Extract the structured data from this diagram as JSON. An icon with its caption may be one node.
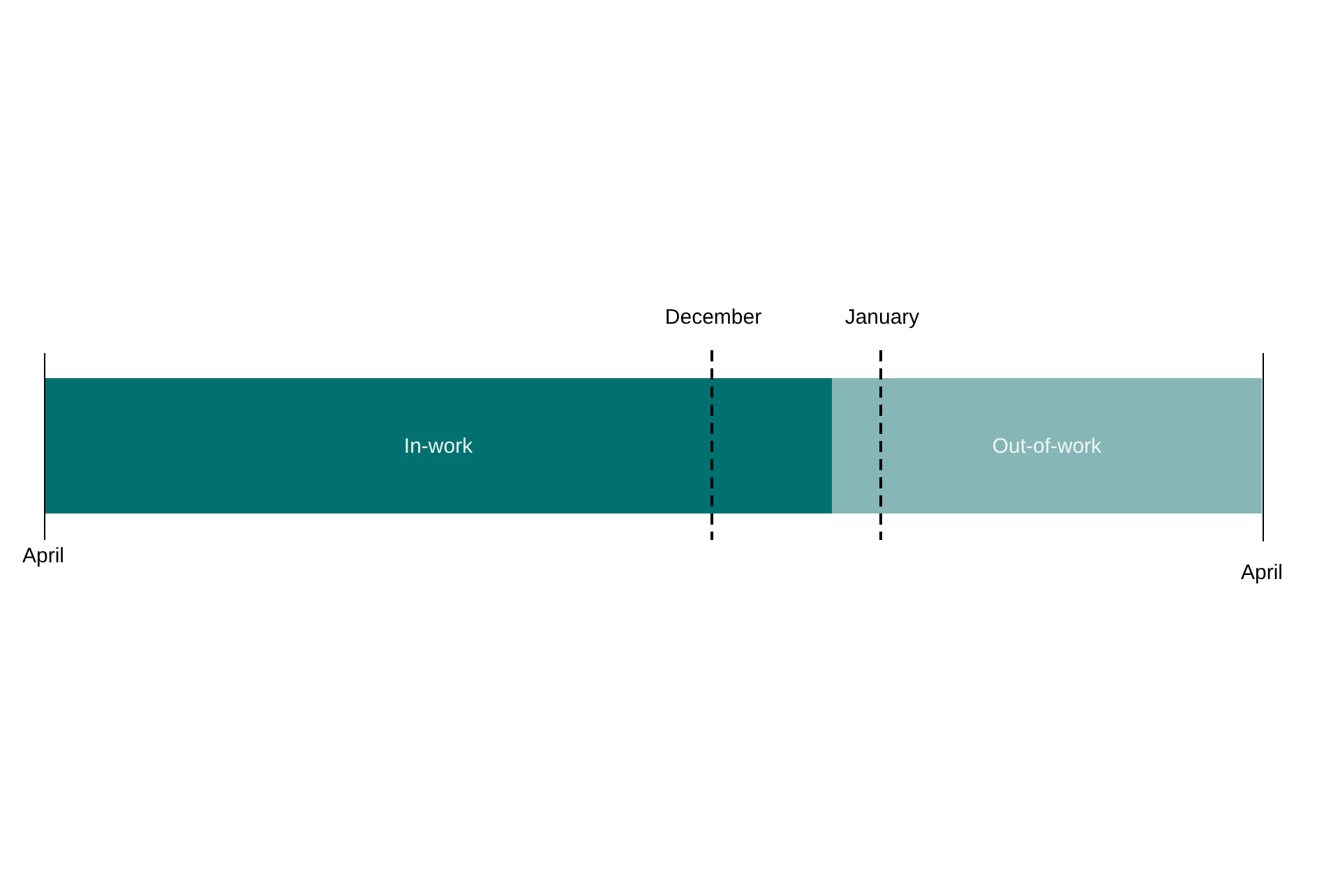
{
  "diagram": {
    "nodes": [
      {
        "text": [
          "In-work"
        ]
      },
      {
        "text": [
          "Out-of-work"
        ]
      }
    ],
    "edges": [],
    "labels": [
      "December",
      "January",
      "April",
      "April"
    ]
  }
}
